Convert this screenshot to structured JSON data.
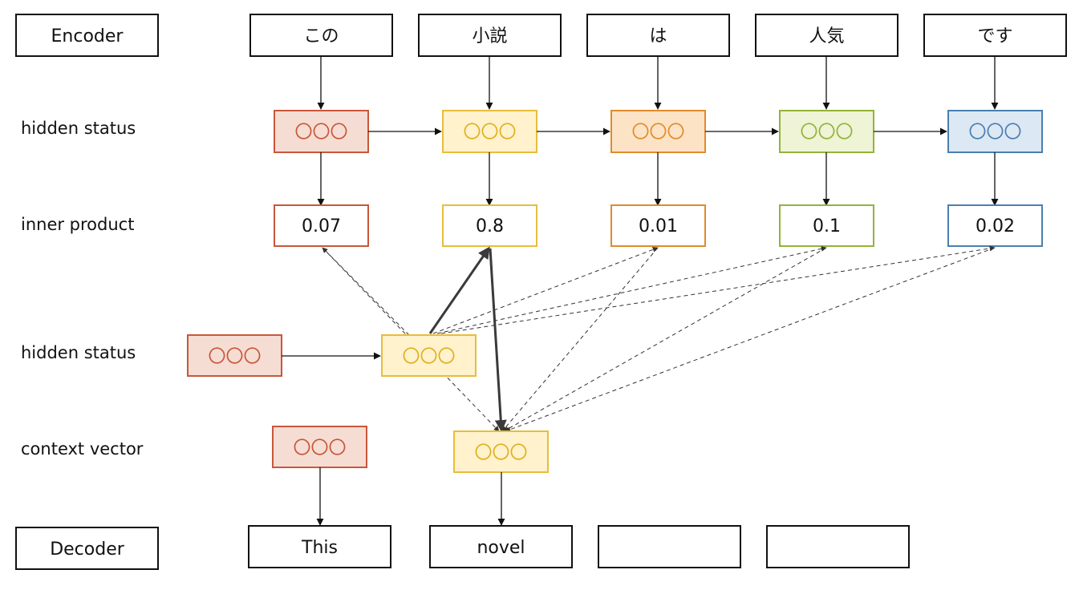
{
  "row_labels": {
    "encoder": "Encoder",
    "enc_hidden": "hidden status",
    "inner_product": "inner product",
    "dec_hidden": "hidden status",
    "context": "context vector",
    "decoder": "Decoder"
  },
  "encoder_tokens": [
    "この",
    "小説",
    "は",
    "人気",
    "です"
  ],
  "inner_products": [
    "0.07",
    "0.8",
    "0.01",
    "0.1",
    "0.02"
  ],
  "decoder_tokens": [
    "This",
    "novel",
    "",
    ""
  ],
  "hidden_state_glyph": "〇〇〇",
  "colors": {
    "red": {
      "fill": "#f6ddd4",
      "stroke": "#c8573a",
      "glyph": "#c8573a"
    },
    "yellow": {
      "fill": "#fff2cc",
      "stroke": "#e8bd3a",
      "glyph": "#e0b020"
    },
    "orange": {
      "fill": "#fde3c6",
      "stroke": "#e08c2a",
      "glyph": "#e08c2a"
    },
    "green": {
      "fill": "#eef4d5",
      "stroke": "#93b33a",
      "glyph": "#93b33a"
    },
    "blue": {
      "fill": "#dce8f3",
      "stroke": "#4a7fb0",
      "glyph": "#4a7fb0"
    },
    "arrow": "#111111",
    "dashed": "#333333",
    "bold": "#3a3a3a"
  },
  "encoder_state_colors": [
    "red",
    "yellow",
    "orange",
    "green",
    "blue"
  ]
}
